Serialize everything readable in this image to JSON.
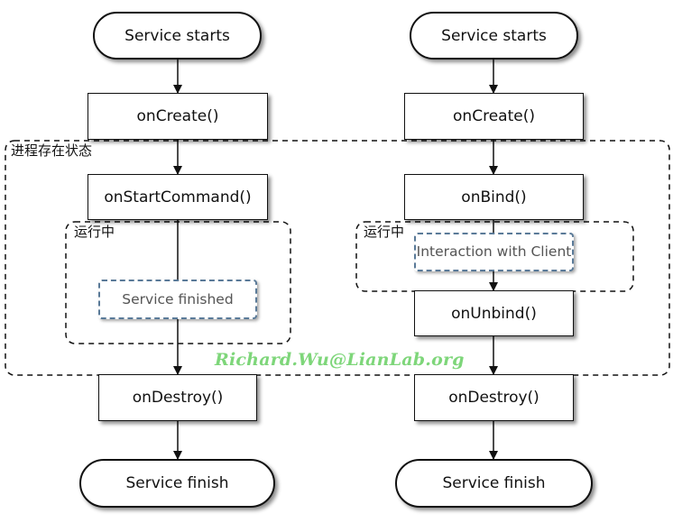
{
  "left_flow": {
    "start": "Service starts",
    "create": "onCreate()",
    "start_command": "onStartCommand()",
    "note": "Service finished",
    "destroy": "onDestroy()",
    "finish": "Service finish"
  },
  "right_flow": {
    "start": "Service starts",
    "create": "onCreate()",
    "bind": "onBind()",
    "note": "Interaction with Client",
    "unbind": "onUnbind()",
    "destroy": "onDestroy()",
    "finish": "Service finish"
  },
  "regions": {
    "process_alive": "进程存在状态",
    "running_left": "运行中",
    "running_right": "运行中"
  },
  "watermark": "Richard.Wu@LianLab.org"
}
